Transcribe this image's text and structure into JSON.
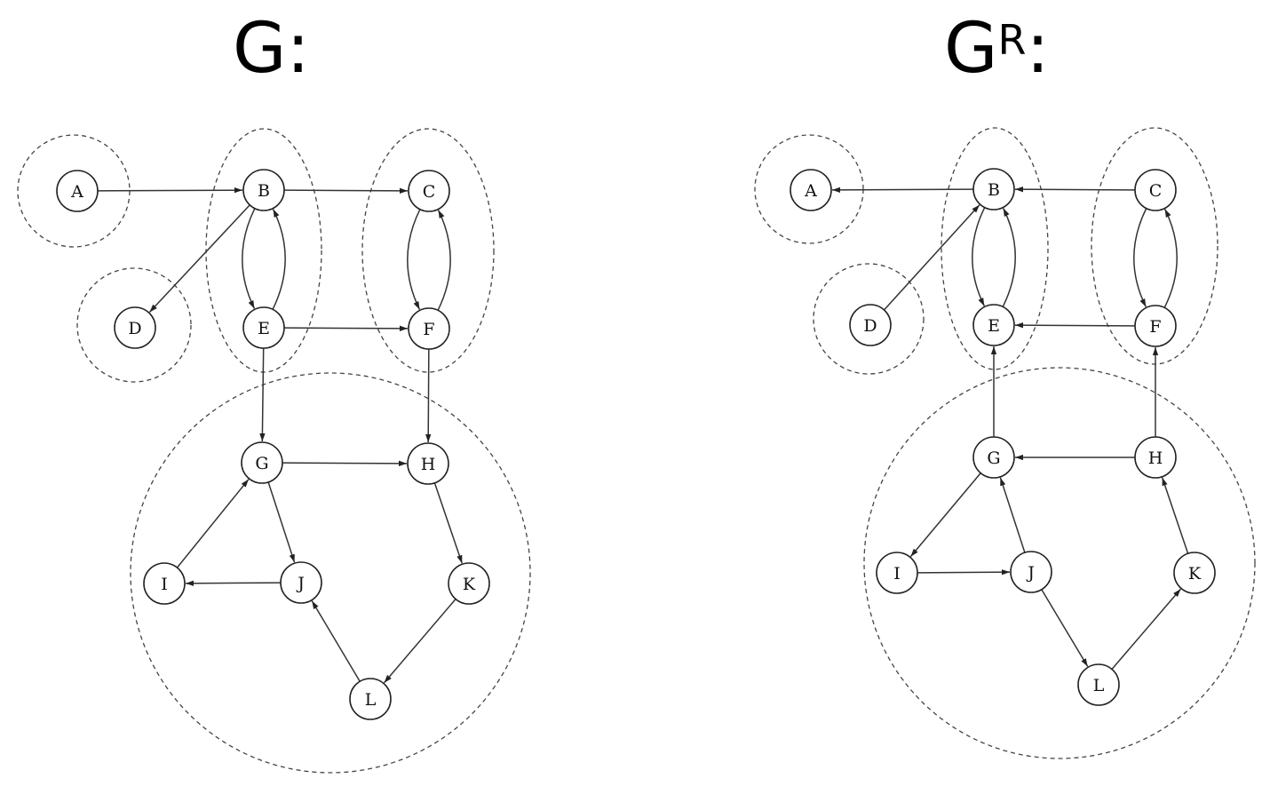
{
  "graphs": {
    "g": {
      "title": "G",
      "title_suffix": ":",
      "nodes": [
        "A",
        "B",
        "C",
        "D",
        "E",
        "F",
        "G",
        "H",
        "I",
        "J",
        "K",
        "L"
      ],
      "edges": [
        [
          "A",
          "B"
        ],
        [
          "B",
          "C"
        ],
        [
          "B",
          "D"
        ],
        [
          "B",
          "E"
        ],
        [
          "E",
          "B"
        ],
        [
          "C",
          "F"
        ],
        [
          "F",
          "C"
        ],
        [
          "E",
          "F"
        ],
        [
          "E",
          "G"
        ],
        [
          "F",
          "H"
        ],
        [
          "G",
          "H"
        ],
        [
          "G",
          "J"
        ],
        [
          "J",
          "I"
        ],
        [
          "I",
          "G"
        ],
        [
          "H",
          "K"
        ],
        [
          "K",
          "L"
        ],
        [
          "L",
          "J"
        ]
      ]
    },
    "gr": {
      "title": "G",
      "title_sup": "R",
      "title_suffix": ":",
      "nodes": [
        "A",
        "B",
        "C",
        "D",
        "E",
        "F",
        "G",
        "H",
        "I",
        "J",
        "K",
        "L"
      ],
      "edges": [
        [
          "B",
          "A"
        ],
        [
          "C",
          "B"
        ],
        [
          "D",
          "B"
        ],
        [
          "E",
          "B"
        ],
        [
          "B",
          "E"
        ],
        [
          "F",
          "C"
        ],
        [
          "C",
          "F"
        ],
        [
          "F",
          "E"
        ],
        [
          "G",
          "E"
        ],
        [
          "H",
          "F"
        ],
        [
          "H",
          "G"
        ],
        [
          "J",
          "G"
        ],
        [
          "I",
          "J"
        ],
        [
          "G",
          "I"
        ],
        [
          "K",
          "H"
        ],
        [
          "L",
          "K"
        ],
        [
          "J",
          "L"
        ]
      ]
    }
  }
}
